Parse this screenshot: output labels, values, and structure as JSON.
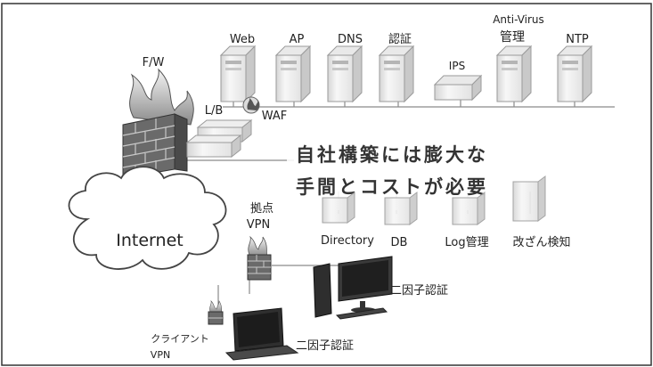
{
  "servers_top": {
    "web": "Web",
    "ap": "AP",
    "dns": "DNS",
    "auth": "認証",
    "ips": "IPS",
    "antivirus_line1": "Anti-Virus",
    "antivirus_line2": "管理",
    "ntp": "NTP"
  },
  "perimeter": {
    "firewall": "F/W",
    "load_balancer": "L/B",
    "waf": "WAF"
  },
  "banner": {
    "line1": "自社構築には膨大な",
    "line2": "手間とコストが必要"
  },
  "servers_bottom": {
    "directory": "Directory",
    "db": "DB",
    "log": "Log管理",
    "tamper": "改ざん検知"
  },
  "network": {
    "internet": "Internet",
    "site_vpn_line1": "拠点",
    "site_vpn_line2": "VPN",
    "client_vpn_line1": "クライアント",
    "client_vpn_line2": "VPN"
  },
  "auth_labels": {
    "desktop_2fa": "二因子認証",
    "laptop_2fa": "二因子認証"
  },
  "colors": {
    "frame": "#333333",
    "server_body": "#f2f2f2",
    "server_shade": "#cfcfcf",
    "brick": "#5a5a5a",
    "line": "#888888"
  }
}
